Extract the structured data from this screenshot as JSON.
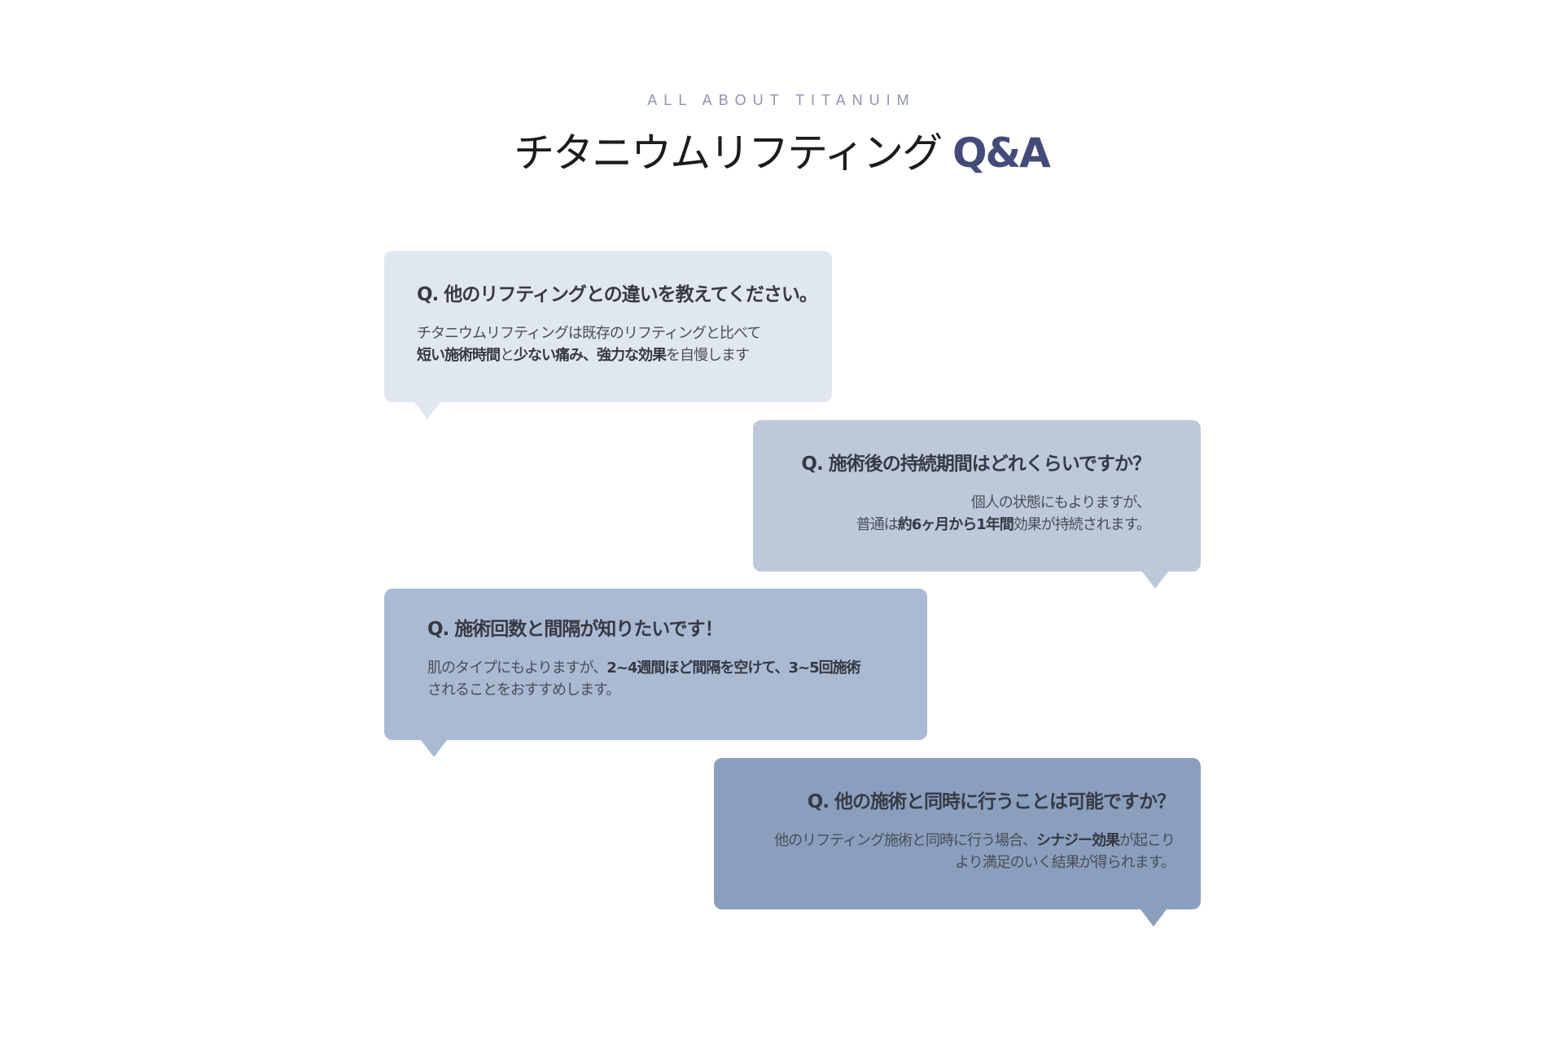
{
  "header": {
    "eyebrow": "ALL ABOUT TITANUIM",
    "title_main": "チタニウムリフティング",
    "title_accent": "Q&A"
  },
  "qa": [
    {
      "question": "Q. 他のリフティングとの違いを教えてください。",
      "answer_line1": [
        {
          "text": "チタニウムリフティングは既存のリフティングと比べて",
          "bold": false
        }
      ],
      "answer_line2": [
        {
          "text": "短い施術時間",
          "bold": true
        },
        {
          "text": "と",
          "bold": false
        },
        {
          "text": "少ない痛み、強力な効果",
          "bold": true
        },
        {
          "text": "を自慢します",
          "bold": false
        }
      ],
      "color": "#e0e7f1"
    },
    {
      "question": "Q. 施術後の持続期間はどれくらいですか？",
      "answer_line1": [
        {
          "text": "個人の状態にもよりますが、",
          "bold": false
        }
      ],
      "answer_line2": [
        {
          "text": "普通は",
          "bold": false
        },
        {
          "text": "約6ヶ月から1年間",
          "bold": true
        },
        {
          "text": "効果が持続されます。",
          "bold": false
        }
      ],
      "color": "#bdc9da"
    },
    {
      "question": "Q. 施術回数と間隔が知りたいです！",
      "answer_line1": [
        {
          "text": "肌のタイプにもよりますが、",
          "bold": false
        },
        {
          "text": "2~4週間ほど間隔を空けて、3~5回施術",
          "bold": true
        }
      ],
      "answer_line2": [
        {
          "text": "されることをおすすめします。",
          "bold": false
        }
      ],
      "color": "#aabad3"
    },
    {
      "question": "Q. 他の施術と同時に行うことは可能ですか？",
      "answer_line1": [
        {
          "text": "他のリフティング施術と同時に行う場合、",
          "bold": false
        },
        {
          "text": "シナジー効果",
          "bold": true
        },
        {
          "text": "が起こり",
          "bold": false
        }
      ],
      "answer_line2": [
        {
          "text": "より満足のいく結果が得られます。",
          "bold": false
        }
      ],
      "color": "#8a9fbd"
    }
  ]
}
